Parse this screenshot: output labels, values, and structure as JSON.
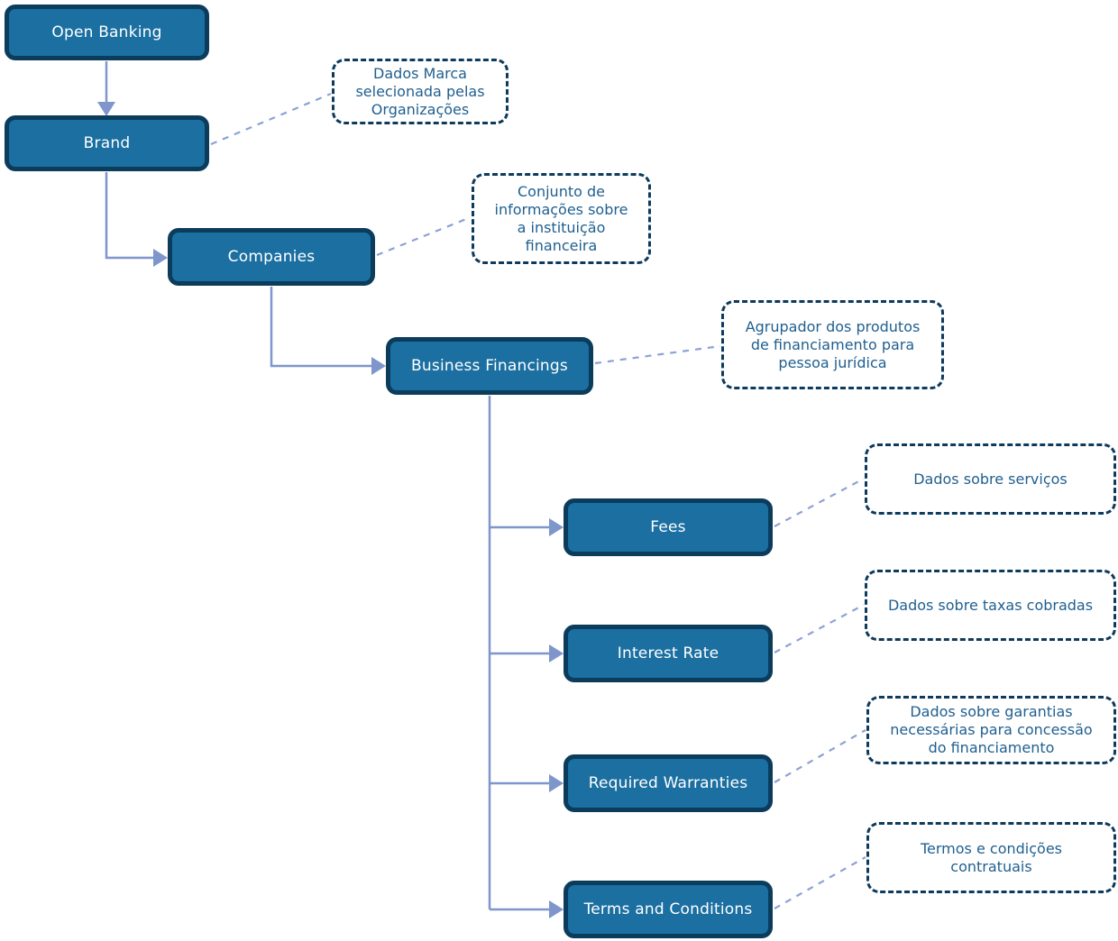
{
  "diagram": {
    "nodes": [
      {
        "id": "open-banking",
        "label": "Open Banking"
      },
      {
        "id": "brand",
        "label": "Brand"
      },
      {
        "id": "companies",
        "label": "Companies"
      },
      {
        "id": "business-financings",
        "label": "Business Financings"
      },
      {
        "id": "fees",
        "label": "Fees"
      },
      {
        "id": "interest-rate",
        "label": "Interest Rate"
      },
      {
        "id": "required-warranties",
        "label": "Required Warranties"
      },
      {
        "id": "terms-and-conditions",
        "label": "Terms and Conditions"
      }
    ],
    "annotations": [
      {
        "for": "brand",
        "text": "Dados Marca selecionada pelas Organizações"
      },
      {
        "for": "companies",
        "text": "Conjunto de informações sobre a instituição financeira"
      },
      {
        "for": "business-financings",
        "text": "Agrupador dos produtos de financiamento para pessoa jurídica"
      },
      {
        "for": "fees",
        "text": "Dados sobre serviços"
      },
      {
        "for": "interest-rate",
        "text": "Dados sobre taxas cobradas"
      },
      {
        "for": "required-warranties",
        "text": "Dados sobre garantias necessárias para concessão do financiamento"
      },
      {
        "for": "terms-and-conditions",
        "text": "Termos e condições contratuais"
      }
    ],
    "edges": [
      {
        "from": "open-banking",
        "to": "brand"
      },
      {
        "from": "brand",
        "to": "companies"
      },
      {
        "from": "companies",
        "to": "business-financings"
      },
      {
        "from": "business-financings",
        "to": "fees"
      },
      {
        "from": "business-financings",
        "to": "interest-rate"
      },
      {
        "from": "business-financings",
        "to": "required-warranties"
      },
      {
        "from": "business-financings",
        "to": "terms-and-conditions"
      }
    ],
    "colors": {
      "node_fill": "#1B6FA1",
      "node_border": "#0C3C5C",
      "node_text": "#FFFFFF",
      "connector": "#7E96CB",
      "annotation_connector": "#8CA2D4",
      "annotation_border": "#0E3A5C",
      "annotation_text": "#1F5F8F",
      "background": "#FFFFFF"
    }
  }
}
